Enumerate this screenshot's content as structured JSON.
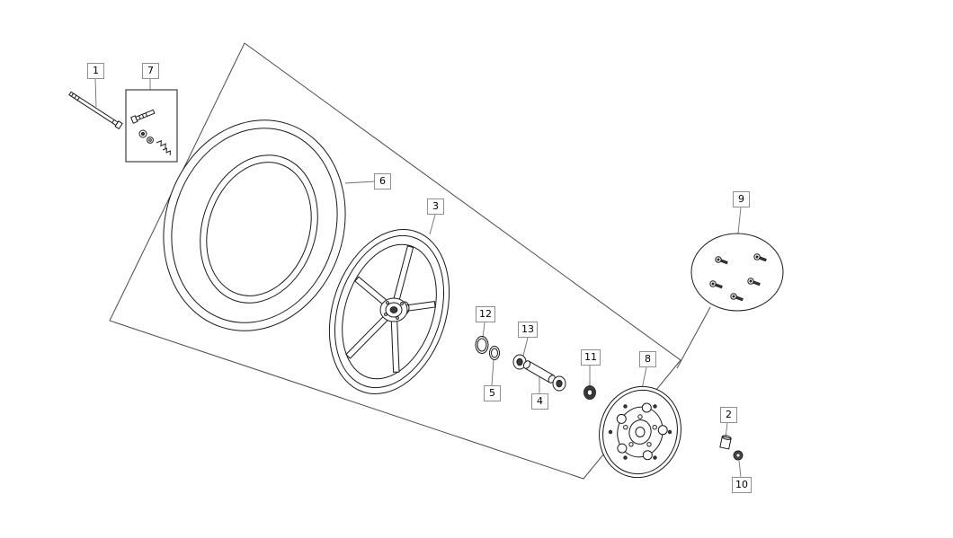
{
  "diagram": {
    "background": "#ffffff",
    "line_color": "#1a1a1a",
    "frame_color": "#4a4a4a",
    "leader_color": "#6e6e6e",
    "callouts": [
      {
        "label": "1"
      },
      {
        "label": "7"
      },
      {
        "label": "6"
      },
      {
        "label": "3"
      },
      {
        "label": "9"
      },
      {
        "label": "12"
      },
      {
        "label": "13"
      },
      {
        "label": "5"
      },
      {
        "label": "4"
      },
      {
        "label": "11"
      },
      {
        "label": "8"
      },
      {
        "label": "2"
      },
      {
        "label": "10"
      }
    ]
  }
}
